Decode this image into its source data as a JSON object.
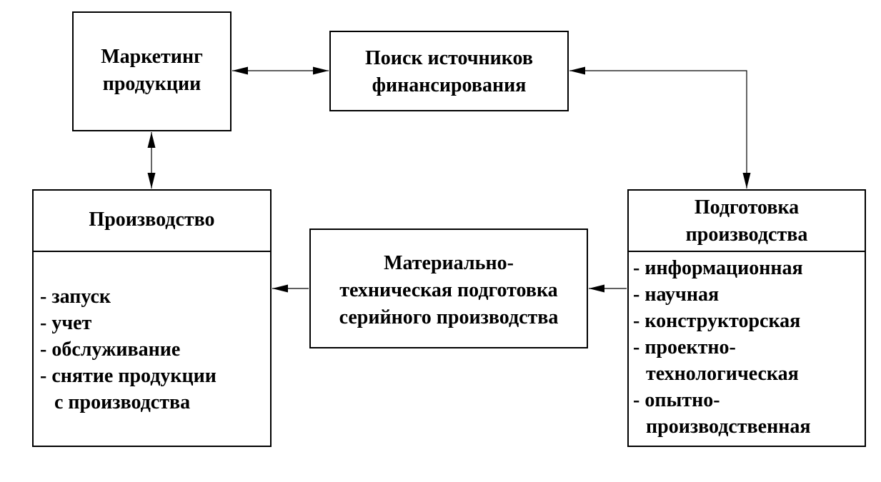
{
  "marketing": {
    "title": [
      "Маркетинг",
      "продукции"
    ]
  },
  "finance": {
    "title": [
      "Поиск источников",
      "финансирования"
    ]
  },
  "production": {
    "title": "Производство",
    "items": [
      "- запуск",
      "- учет",
      "- обслуживание",
      "- снятие продукции",
      "с производства"
    ]
  },
  "material": {
    "title": [
      "Материально-",
      "техническая подготовка",
      "серийного производства"
    ]
  },
  "preparation": {
    "title": [
      "Подготовка",
      "производства"
    ],
    "items": [
      "- информационная",
      "- научная",
      "- конструкторская",
      "- проектно-",
      "технологическая",
      "- опытно-",
      "производственная"
    ]
  }
}
